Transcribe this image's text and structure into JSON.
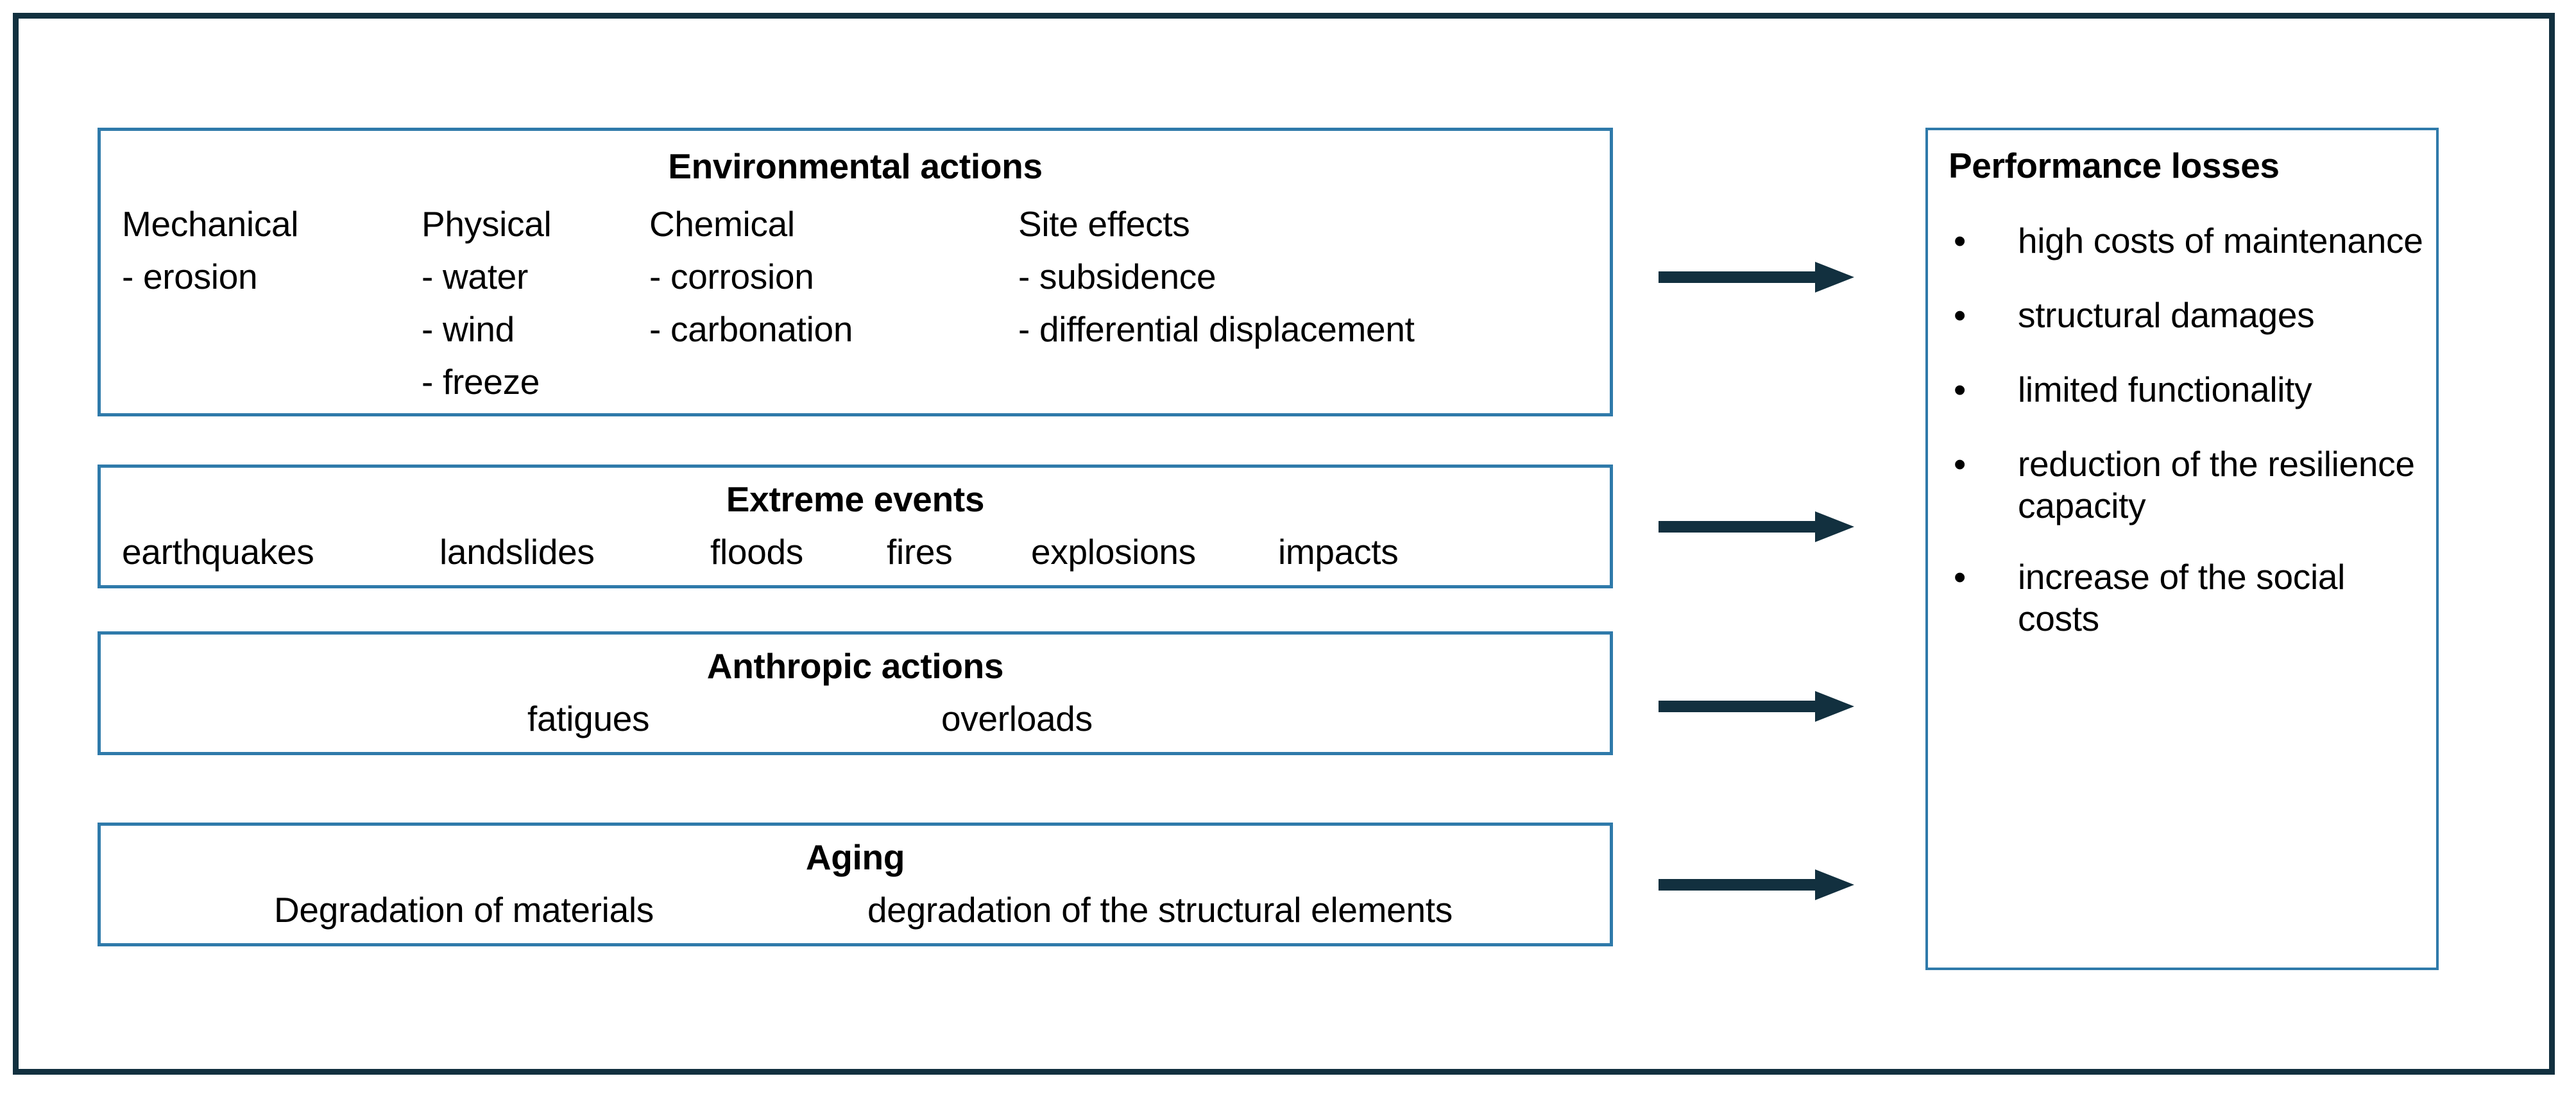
{
  "colors": {
    "frame": "#12303f",
    "box_border": "#2f7aaa",
    "arrow": "#12303f",
    "text": "#000000",
    "background": "#ffffff"
  },
  "boxes": [
    {
      "id": "environmental",
      "title": "Environmental actions",
      "columns": [
        {
          "head": "Mechanical",
          "items": [
            "- erosion"
          ]
        },
        {
          "head": "Physical",
          "items": [
            "- water",
            "- wind",
            "- freeze"
          ]
        },
        {
          "head": "Chemical",
          "items": [
            "- corrosion",
            "- carbonation"
          ]
        },
        {
          "head": "Site effects",
          "items": [
            "- subsidence",
            "- differential displacement"
          ]
        }
      ]
    },
    {
      "id": "extreme",
      "title": "Extreme events",
      "items": [
        "earthquakes",
        "landslides",
        "floods",
        "fires",
        "explosions",
        "impacts"
      ]
    },
    {
      "id": "anthropic",
      "title": "Anthropic actions",
      "items": [
        "fatigues",
        "overloads"
      ]
    },
    {
      "id": "aging",
      "title": "Aging",
      "items": [
        "Degradation of materials",
        "degradation of the structural elements"
      ]
    }
  ],
  "arrows": [
    {
      "name": "arrow-environmental-to-losses"
    },
    {
      "name": "arrow-extreme-to-losses"
    },
    {
      "name": "arrow-anthropic-to-losses"
    },
    {
      "name": "arrow-aging-to-losses"
    }
  ],
  "performance": {
    "title": "Performance losses",
    "bullet_glyph": "•",
    "items": [
      "high costs of maintenance",
      "structural damages",
      "limited functionality",
      "reduction of the resilience capacity",
      "increase of the social costs"
    ]
  }
}
